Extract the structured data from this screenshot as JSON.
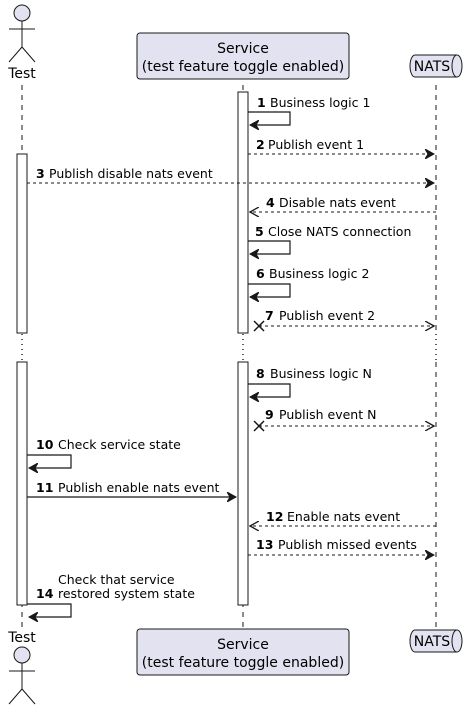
{
  "participants": {
    "test": {
      "label": "Test"
    },
    "service": {
      "line1": "Service",
      "line2": "(test feature toggle enabled)"
    },
    "nats": {
      "label": "NATS"
    }
  },
  "colors": {
    "box_fill": "#e2e2f0",
    "box_stroke": "#181818",
    "lifeline": "#181818",
    "activation_fill": "#ffffff"
  },
  "messages": [
    {
      "num": "1",
      "text": "Business logic 1",
      "from": "service",
      "to": "service",
      "style": "solid"
    },
    {
      "num": "2",
      "text": "Publish event 1",
      "from": "service",
      "to": "nats",
      "style": "dashed"
    },
    {
      "num": "3",
      "text": "Publish disable nats event",
      "from": "test",
      "to": "nats",
      "style": "dashed"
    },
    {
      "num": "4",
      "text": "Disable nats event",
      "from": "nats",
      "to": "service",
      "style": "dashed"
    },
    {
      "num": "5",
      "text": "Close NATS connection",
      "from": "service",
      "to": "service",
      "style": "solid"
    },
    {
      "num": "6",
      "text": "Business logic 2",
      "from": "service",
      "to": "service",
      "style": "solid"
    },
    {
      "num": "7",
      "text": "Publish event 2",
      "from": "service",
      "to": "nats",
      "style": "dashed",
      "lost": true
    },
    {
      "num": "8",
      "text": "Business logic N",
      "from": "service",
      "to": "service",
      "style": "solid"
    },
    {
      "num": "9",
      "text": "Publish event N",
      "from": "service",
      "to": "nats",
      "style": "dashed",
      "lost": true
    },
    {
      "num": "10",
      "text": "Check service state",
      "from": "test",
      "to": "test",
      "style": "solid"
    },
    {
      "num": "11",
      "text": "Publish enable nats event",
      "from": "test",
      "to": "service",
      "style": "solid"
    },
    {
      "num": "12",
      "text": "Enable nats event",
      "from": "nats",
      "to": "service",
      "style": "dashed"
    },
    {
      "num": "13",
      "text": "Publish missed events",
      "from": "service",
      "to": "nats",
      "style": "dashed"
    },
    {
      "num": "14",
      "text": "Check that service\nrestored system state",
      "from": "test",
      "to": "test",
      "style": "solid"
    }
  ]
}
